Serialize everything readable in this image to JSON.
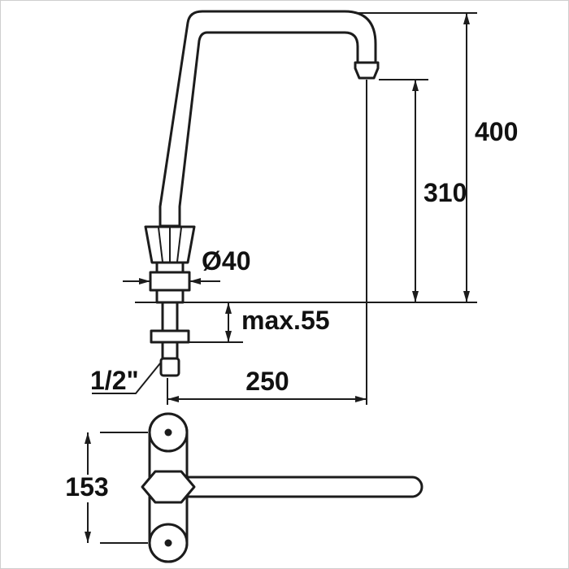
{
  "drawing": {
    "type": "technical-dimension-drawing",
    "ink_color": "#1c1c1c",
    "background_color": "#ffffff",
    "labels": {
      "overall_height": "400",
      "outlet_height": "310",
      "body_diameter": "Ø40",
      "max_panel_thickness": "max.55",
      "spout_reach": "250",
      "thread_size": "1/2\"",
      "hole_spacing": "153"
    }
  }
}
